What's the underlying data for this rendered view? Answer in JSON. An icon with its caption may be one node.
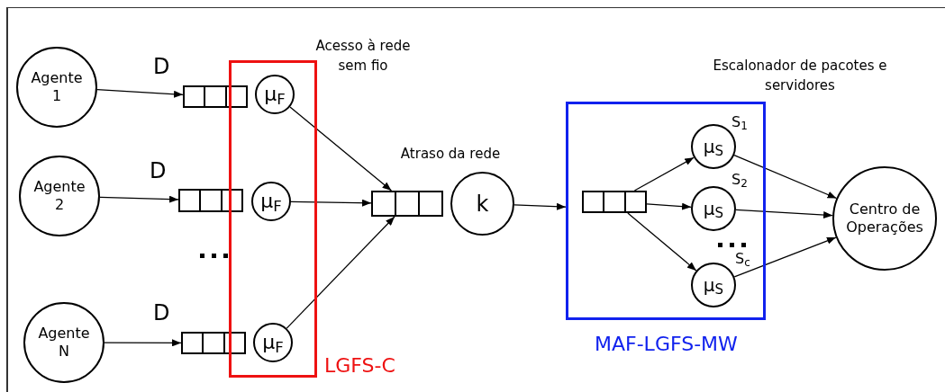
{
  "diagram": {
    "nodes": [
      {
        "text": [
          "Agente 1"
        ]
      },
      {
        "text": [
          "Agente 2"
        ]
      },
      {
        "text": [
          "Agente N"
        ]
      },
      {
        "text": [],
        "shape": "box",
        "beside": [
          "D"
        ]
      },
      {
        "text": [],
        "shape": "box",
        "beside": [
          "D"
        ]
      },
      {
        "text": [],
        "shape": "box",
        "beside": [
          "D"
        ]
      },
      {
        "text": [
          "LGFS-C"
        ]
      },
      {
        "text": [
          "μ$_{F}$"
        ],
        "in": 6
      },
      {
        "text": [
          "μ$_{F}$"
        ],
        "in": 6
      },
      {
        "text": [
          "μ$_{F}$"
        ],
        "in": 6
      },
      {
        "text": [],
        "shape": "box"
      },
      {
        "text": [
          "k"
        ]
      },
      {
        "text": [
          "MAF-LGFS-MW"
        ]
      },
      {
        "text": [],
        "shape": "box",
        "in": 12
      },
      {
        "text": [
          "μ$_{S}$"
        ],
        "in": 12,
        "beside": [
          "S$_{1}$"
        ]
      },
      {
        "text": [
          "μ$_{S}$"
        ],
        "in": 12,
        "beside": [
          "S$_{2}$"
        ]
      },
      {
        "text": [
          "μ$_{S}$"
        ],
        "in": 12,
        "beside": [
          "S$_{c}$"
        ]
      },
      {
        "text": [
          "Centro de Operações"
        ]
      }
    ],
    "edges": [
      {
        "from": 0,
        "to": 3,
        "arrow": "to"
      },
      {
        "from": 1,
        "to": 4,
        "arrow": "to"
      },
      {
        "from": 2,
        "to": 5,
        "arrow": "to"
      },
      {
        "from": 7,
        "to": 10,
        "arrow": "to"
      },
      {
        "from": 8,
        "to": 10,
        "arrow": "to"
      },
      {
        "from": 9,
        "to": 10,
        "arrow": "to"
      },
      {
        "from": 11,
        "to": 12,
        "arrow": "to"
      },
      {
        "from": 13,
        "to": 14,
        "arrow": "to"
      },
      {
        "from": 13,
        "to": 15,
        "arrow": "to"
      },
      {
        "from": 13,
        "to": 16,
        "arrow": "to"
      },
      {
        "from": 14,
        "to": 17,
        "arrow": "to"
      },
      {
        "from": 15,
        "to": 17,
        "arrow": "to"
      },
      {
        "from": 16,
        "to": 17,
        "arrow": "to"
      }
    ],
    "labels": [
      "Acesso à rede sem fio",
      "Atraso da rede",
      "Escalonador de pacotes e servidores"
    ]
  }
}
